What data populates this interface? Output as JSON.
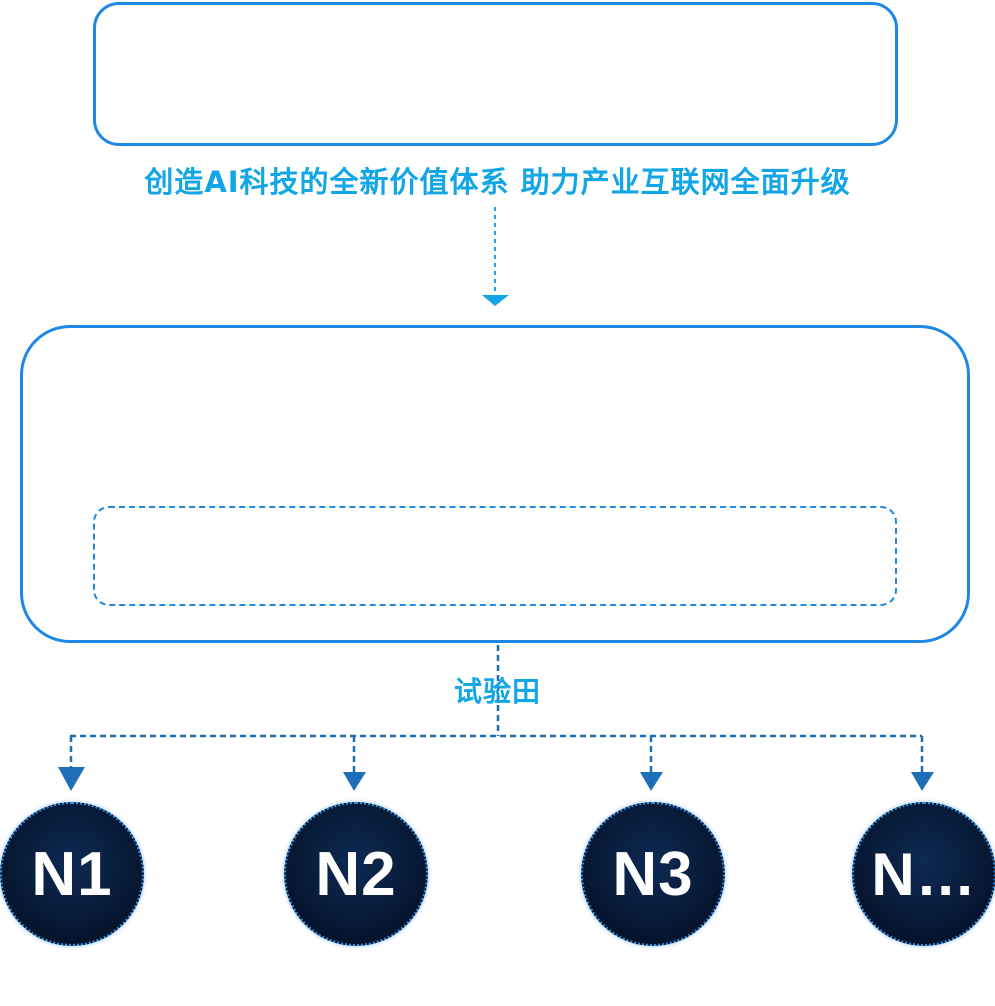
{
  "slogan": "创造AI科技的全新价值体系 助力产业互联网全面升级",
  "platform_caption": "试验田",
  "nodes": [
    {
      "label": "N1"
    },
    {
      "label": "N2"
    },
    {
      "label": "N3"
    },
    {
      "label": "N…"
    }
  ],
  "colors": {
    "box_border": "#1e88e5",
    "caption_text": "#12a6e6",
    "node_fill": "#081a38",
    "node_text": "#ffffff"
  }
}
